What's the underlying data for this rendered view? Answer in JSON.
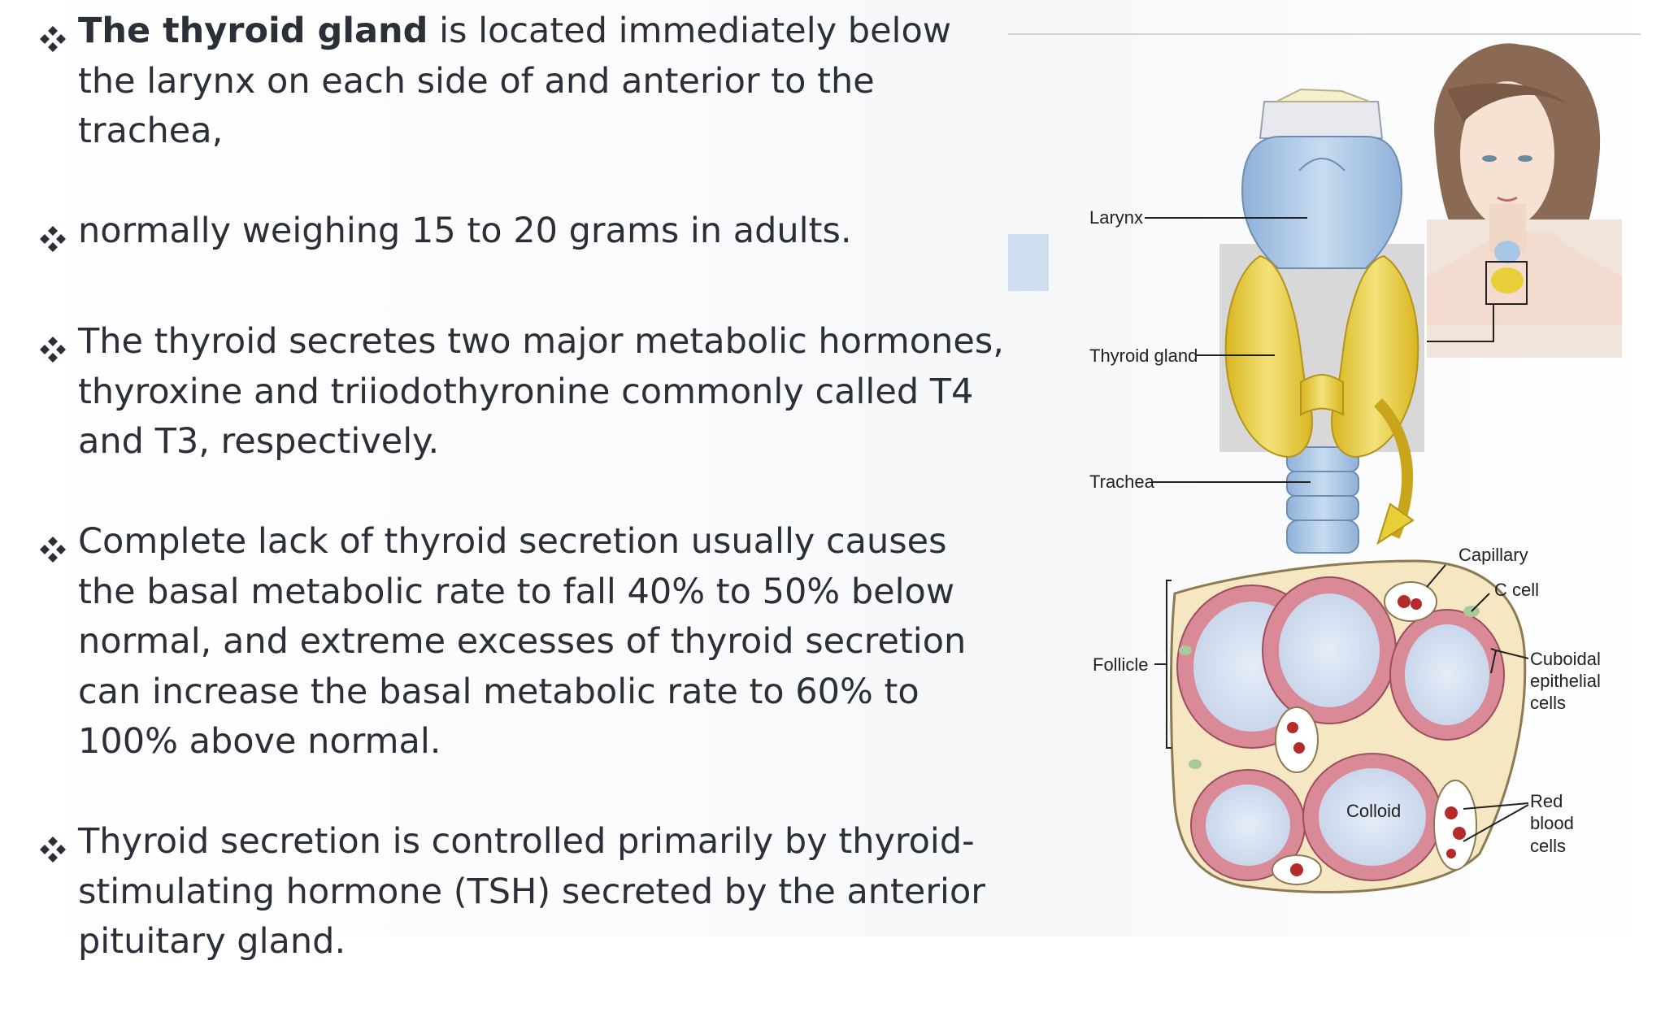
{
  "bullets": [
    {
      "bold": "The thyroid gland",
      "text": " is located immediately below the larynx on each side of and anterior to the trachea,"
    },
    {
      "bold": "",
      "text": "normally weighing 15 to 20 grams in adults."
    },
    {
      "bold": "",
      "text": "The thyroid secretes two major metabolic hormones, thyroxine and triiodothyronine commonly called T4 and T3, respectively."
    },
    {
      "bold": "",
      "text": "Complete lack of thyroid secretion usually causes the basal metabolic rate to fall 40% to 50% below normal, and extreme excesses of thyroid secretion can increase the basal metabolic rate to 60% to 100% above normal."
    },
    {
      "bold": "",
      "text": "Thyroid secretion is controlled primarily by thyroid-stimulating hormone (TSH) secreted by the anterior pituitary gland."
    }
  ],
  "figure": {
    "labels": {
      "larynx": "Larynx",
      "thyroid_gland": "Thyroid gland",
      "trachea": "Trachea",
      "capillary": "Capillary",
      "c_cell": "C cell",
      "follicle": "Follicle",
      "cuboidal_1": "Cuboidal",
      "cuboidal_2": "epithelial",
      "cuboidal_3": "cells",
      "colloid": "Colloid",
      "red_1": "Red",
      "red_2": "blood",
      "red_3": "cells"
    }
  },
  "colors": {
    "text": "#2b2f38",
    "thyroid": "#e8cf3a",
    "cartilage": "#a9c6e6",
    "follicle_wall": "#d98a96"
  }
}
